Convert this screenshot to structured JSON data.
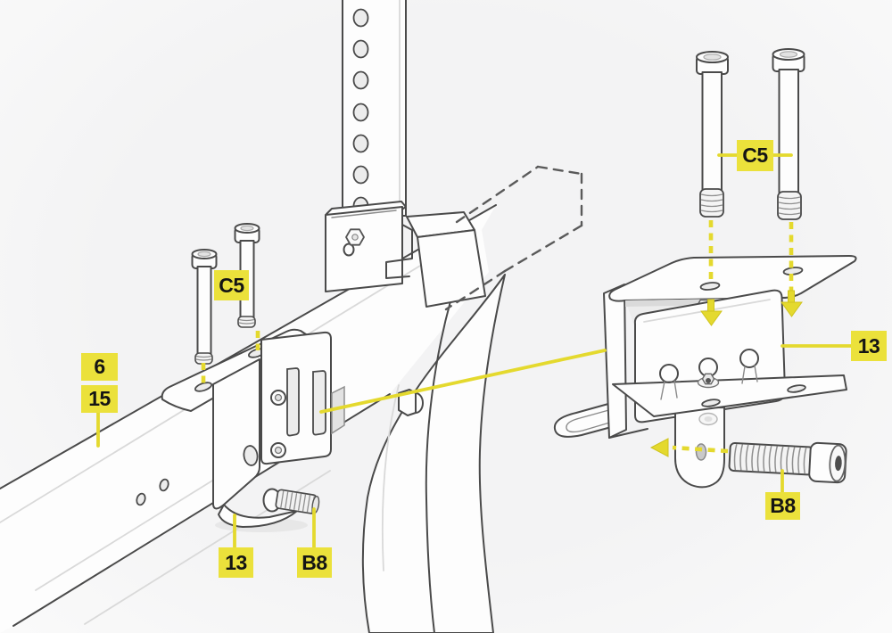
{
  "illustration": {
    "type": "assembly-instruction-diagram",
    "background_color": "#f4f4f5",
    "outline_color": "#4a4a4a",
    "label_bg_color": "#ebe13b",
    "label_text_color": "#141414",
    "leader_color": "#e4d92e",
    "labels": {
      "c5_left": "C5",
      "part_6": "6",
      "part_15": "15",
      "part_13_left": "13",
      "b8_left": "B8",
      "c5_right": "C5",
      "part_13_right": "13",
      "b8_right": "B8"
    },
    "icons": {
      "down_arrow": "solid yellow triangle pointing down",
      "left_arrow": "solid yellow triangle pointing left"
    }
  }
}
